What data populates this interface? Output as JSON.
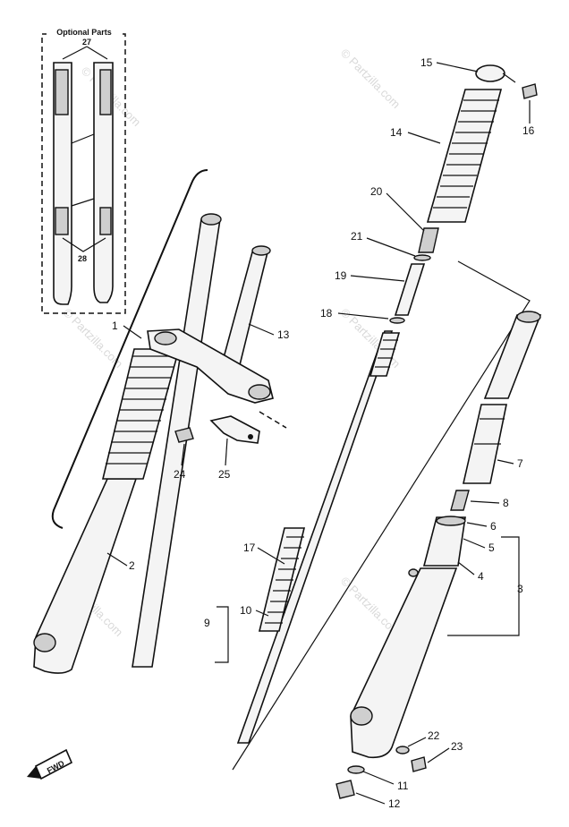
{
  "optional_box_title": "Optional Parts",
  "watermark": "© Partzilla.com",
  "front_icon_text": "FWD",
  "labels": {
    "p1": "1",
    "p2": "2",
    "p3": "3",
    "p4": "4",
    "p5": "5",
    "p6": "6",
    "p7": "7",
    "p8": "8",
    "p9": "9",
    "p10": "10",
    "p11": "11",
    "p12": "12",
    "p13": "13",
    "p14": "14",
    "p15": "15",
    "p16": "16",
    "p17": "17",
    "p18": "18",
    "p19": "19",
    "p20": "20",
    "p21": "21",
    "p22": "22",
    "p23": "23",
    "p24": "24",
    "p25": "25",
    "p27": "27",
    "p28": "28"
  }
}
